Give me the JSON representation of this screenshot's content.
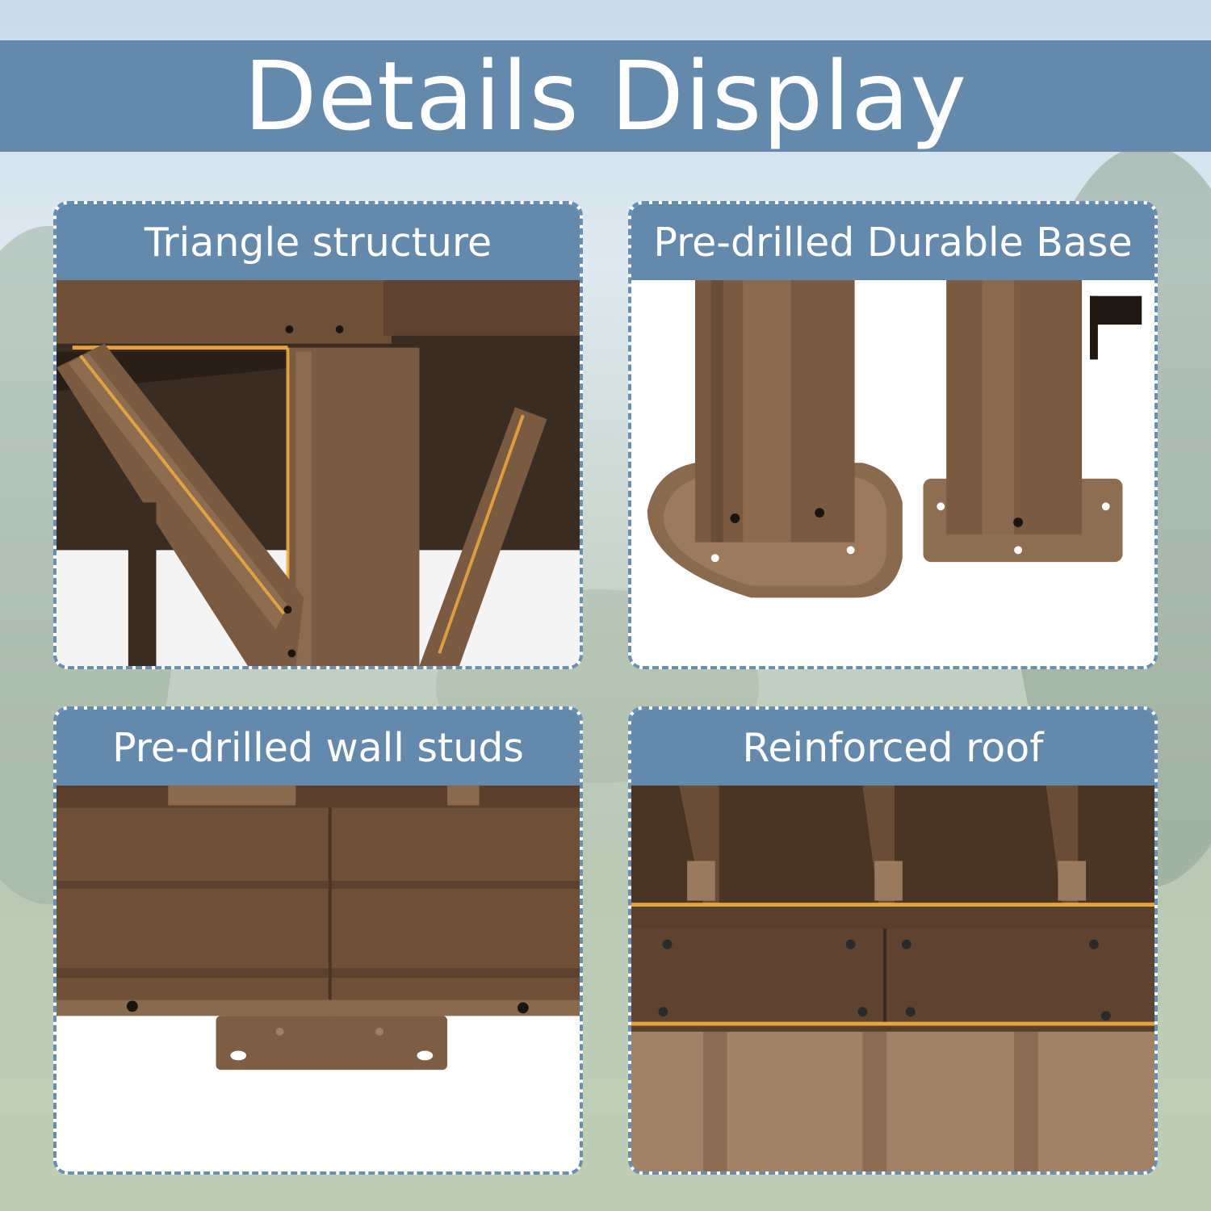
{
  "header": {
    "title": "Details Display"
  },
  "panels": [
    {
      "title": "Triangle structure",
      "image_label": "triangle-structure-photo"
    },
    {
      "title": "Pre-drilled Durable Base",
      "image_label": "durable-base-photo"
    },
    {
      "title": "Pre-drilled wall studs",
      "image_label": "wall-studs-photo"
    },
    {
      "title": "Reinforced roof",
      "image_label": "reinforced-roof-photo"
    }
  ],
  "colors": {
    "banner": "#6589ab",
    "frame_dash": "#6a8eb0",
    "text": "#ffffff",
    "metal_brown": "#7a5a40",
    "metal_dark": "#3b2a1e",
    "highlight": "#f5b041"
  }
}
